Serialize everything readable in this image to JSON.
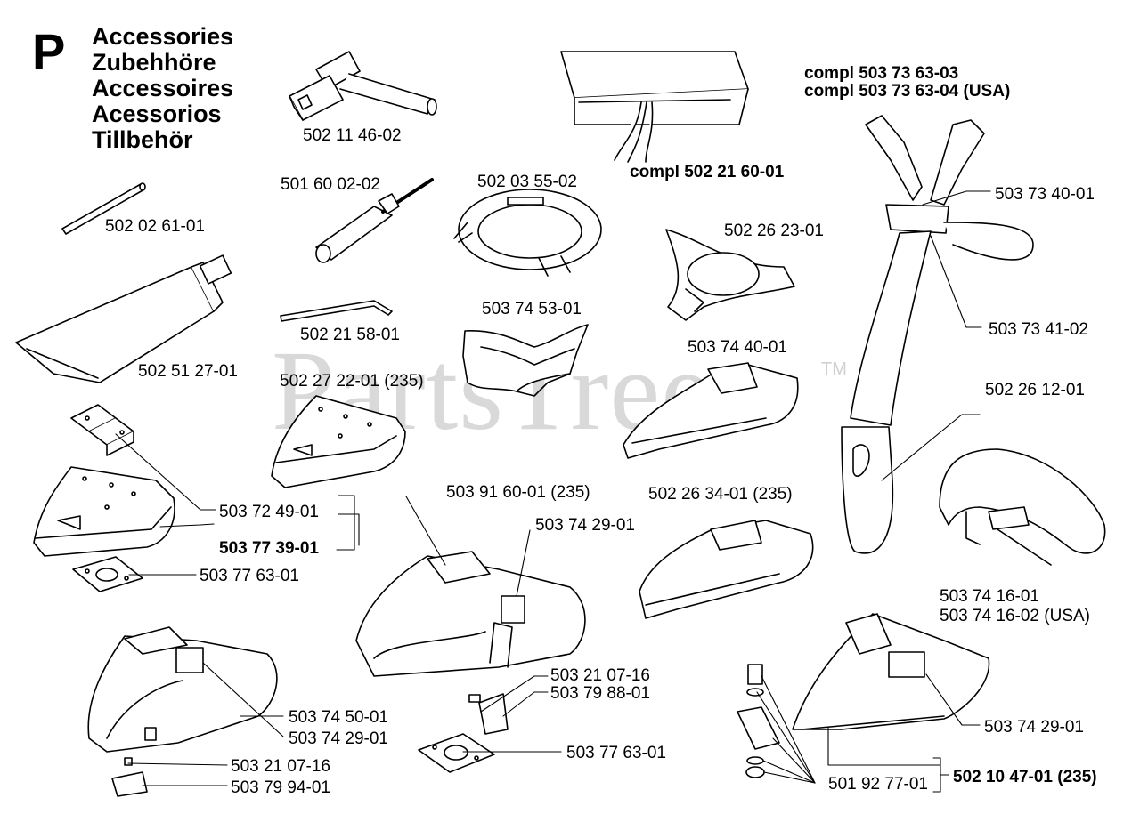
{
  "header": {
    "section_letter": "P",
    "titles": [
      "Accessories",
      "Zubehhöre",
      "Accessoires",
      "Acessorios",
      "Tillbehör"
    ]
  },
  "watermark": {
    "text": "PartsTree",
    "trademark": "TM"
  },
  "parts": {
    "socket_wrench": "502 11 46-02",
    "harness_bag": "compl 502 21 60-01",
    "harness_compl": "compl 503 73 63-03",
    "harness_compl_usa": "compl 503 73 63-04 (USA)",
    "rod": "502 02 61-01",
    "screwdriver": "501 60 02-02",
    "ring_cover": "502 03 55-02",
    "triangle_plate": "502 26 23-01",
    "strap_buckle": "503 73 40-01",
    "tube": "502 51 27-01",
    "hex_key": "502 21 58-01",
    "guard_support": "503 74 53-01",
    "harness_pad": "503 73 41-02",
    "guard_235_a": "502 27 22-01 (235)",
    "guard_small": "503 74 40-01",
    "hip_hook": "502 26 12-01",
    "bracket": "503 72 49-01",
    "guard_kit": "503 77 39-01",
    "plate_left": "503 77 63-01",
    "guard_big_235": "503 91 60-01 (235)",
    "guard_235_b": "502 26 34-01 (235)",
    "label_center": "503 74 29-01",
    "belt": "503 74 16-01",
    "belt_usa": "503 74 16-02 (USA)",
    "guard_left_big": "503 74 50-01",
    "label_left": "503 74 29-01",
    "screw_center": "503 21 07-16",
    "clip_center": "503 79 88-01",
    "plate_center": "503 77 63-01",
    "label_right": "503 74 29-01",
    "screw_left": "503 21 07-16",
    "clip_left": "503 79 94-01",
    "hardware_set": "501 92 77-01",
    "guard_kit_235": "502 10 47-01 (235)"
  }
}
